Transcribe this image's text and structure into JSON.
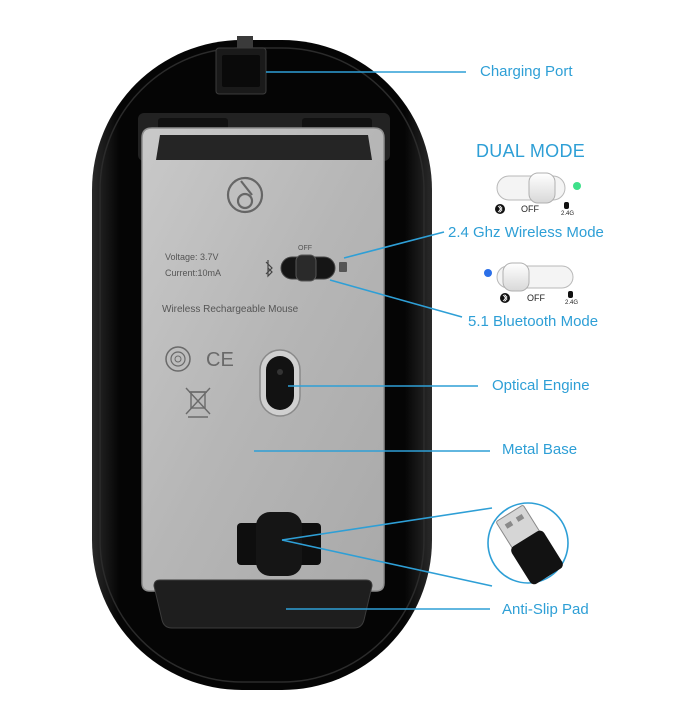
{
  "colors": {
    "accent": "#2e9fd6",
    "mouse_shell": "#0c0c0c",
    "metal_base": "#b9b9b9"
  },
  "callouts": {
    "charging_port": "Charging Port",
    "wireless_mode": "2.4 Ghz Wireless Mode",
    "bluetooth_mode": "5.1 Bluetooth Mode",
    "optical_engine": "Optical Engine",
    "metal_base": "Metal Base",
    "anti_slip_pad": "Anti-Slip Pad"
  },
  "dual_mode": {
    "title": "DUAL MODE",
    "switch1": {
      "off_label": "OFF",
      "g_label": "2.4G",
      "led": "green"
    },
    "switch2": {
      "off_label": "OFF",
      "g_label": "2.4G",
      "led": "blue"
    }
  },
  "mouse_label": {
    "voltage": "Voltage: 3.7V",
    "current": "Current:10mA",
    "product": "Wireless Rechargeable Mouse",
    "switch_off": "OFF",
    "cert_ce": "CE"
  },
  "icons": [
    "bluetooth-icon",
    "mouse-icon",
    "brand-logo",
    "ccc-mark",
    "ce-mark",
    "weee-bin-icon",
    "usb-receiver"
  ]
}
